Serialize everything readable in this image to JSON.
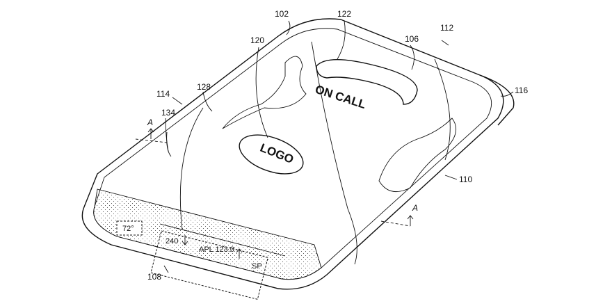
{
  "labels": {
    "device_body": "102",
    "device_ref": "112",
    "front_surface": "106",
    "call_region": "122",
    "logo_region": "120",
    "side_edge": "116",
    "left_region": "114",
    "region_128": "128",
    "region_134": "134",
    "lower_region": "110",
    "bottom_display": "108",
    "section_a_upper": "A",
    "section_a_lower": "A"
  },
  "screen": {
    "call_text": "ON CALL",
    "logo_text": "LOGO",
    "temperature": "72°",
    "heading_value": "240",
    "ticker": "APL 123.0",
    "index": "SP"
  },
  "colors": {
    "ink": "#111111",
    "background": "#ffffff"
  }
}
